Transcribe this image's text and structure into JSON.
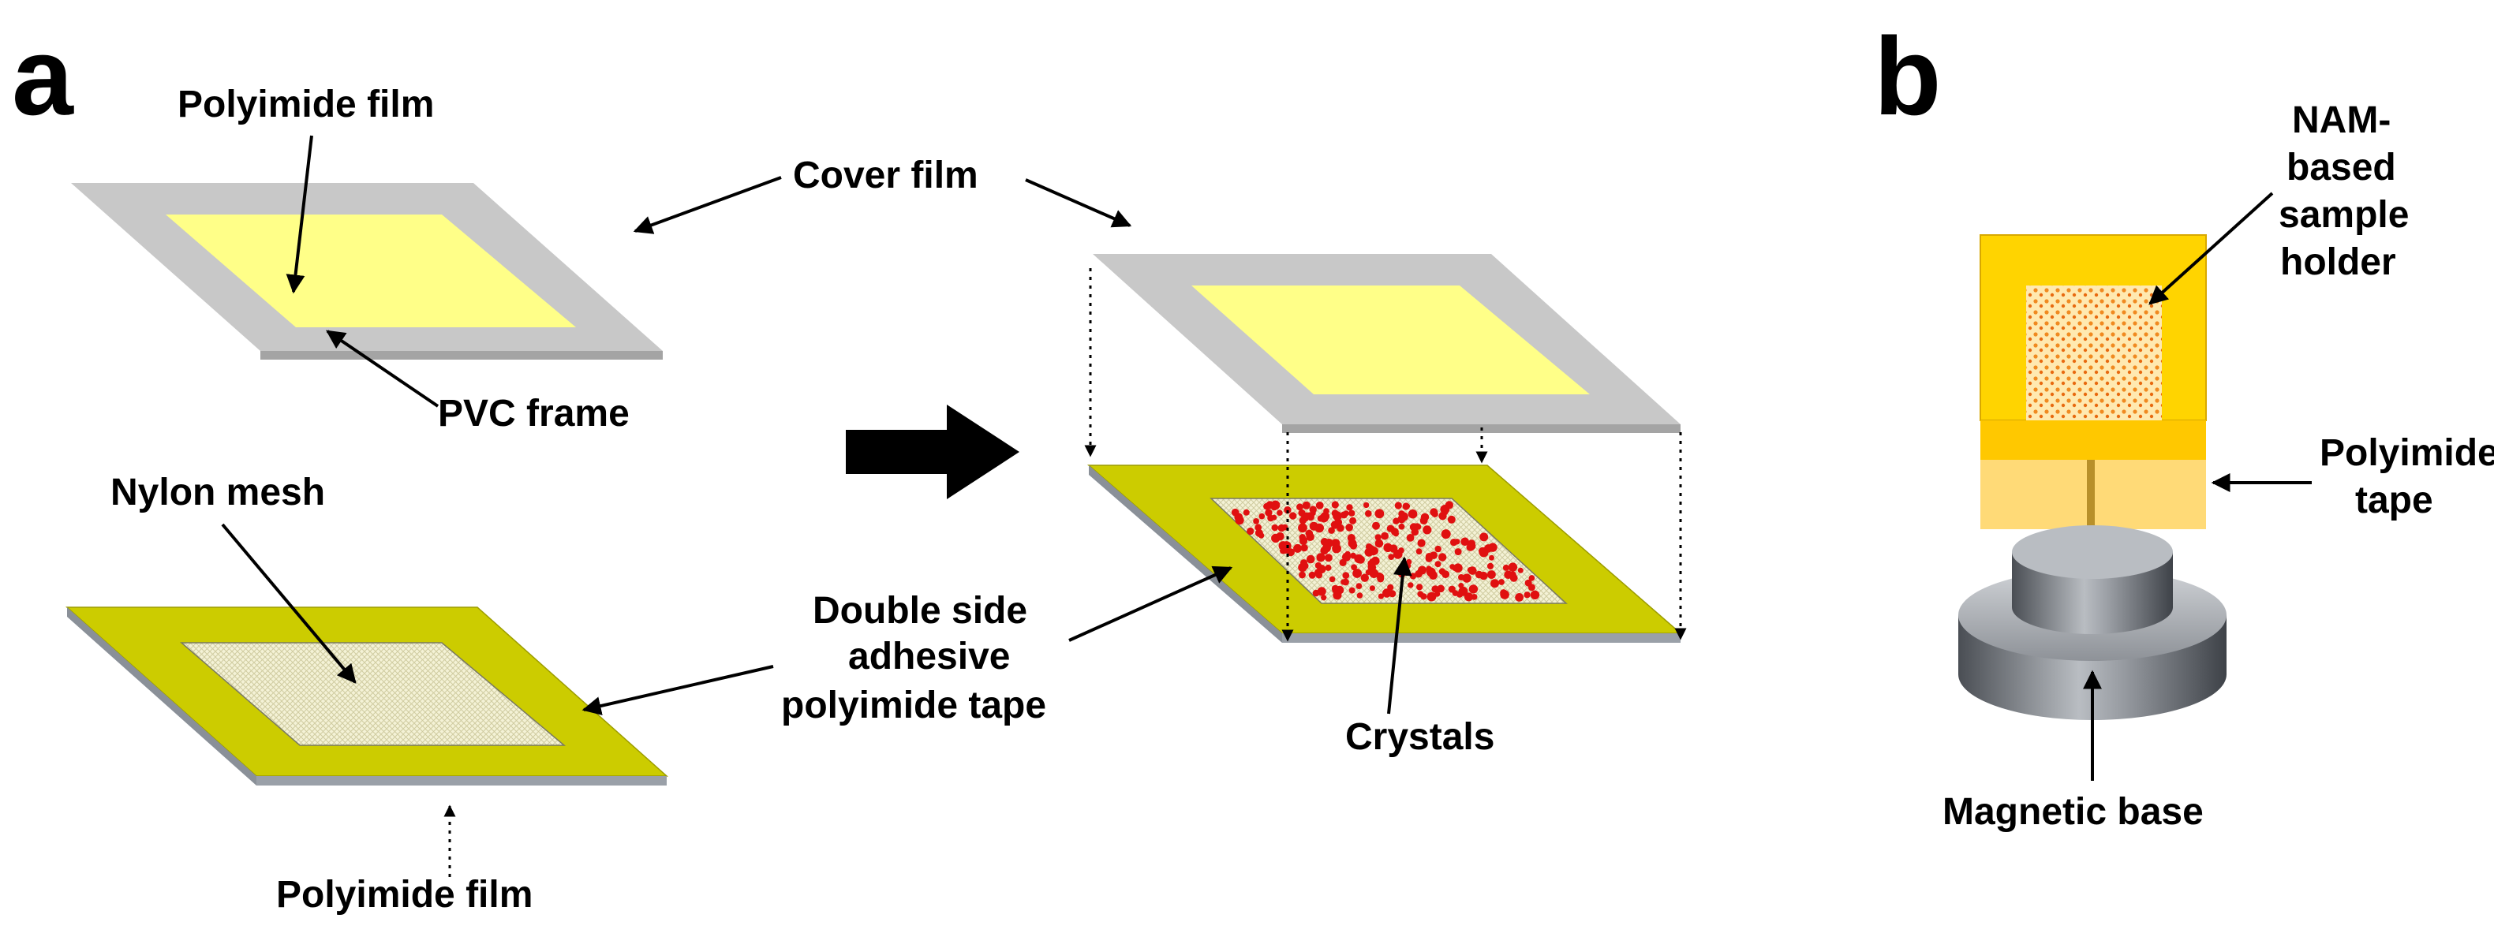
{
  "panels": {
    "a": "a",
    "b": "b"
  },
  "labels": {
    "polyimide_film_top": "Polyimide film",
    "cover_film": "Cover film",
    "pvc_frame": "PVC frame",
    "nylon_mesh": "Nylon mesh",
    "double_side_1": "Double side",
    "double_side_2": "adhesive",
    "double_side_3": "polyimide tape",
    "crystals": "Crystals",
    "polyimide_film_bottom": "Polyimide film",
    "nam_1": "NAM-",
    "nam_2": "based",
    "nam_3": "sample",
    "nam_4": "holder",
    "polyimide_tape_1": "Polyimide",
    "polyimide_tape_2": "tape",
    "magnetic_base": "Magnetic base"
  },
  "colors": {
    "pvc_frame": "#c8c8c8",
    "polyimide_film": "#ffff88",
    "adhesive_tape": "#cccc00",
    "crystal": "#e01010",
    "holder_gold": "#ffd400",
    "base_gray": "#6a6e74"
  }
}
